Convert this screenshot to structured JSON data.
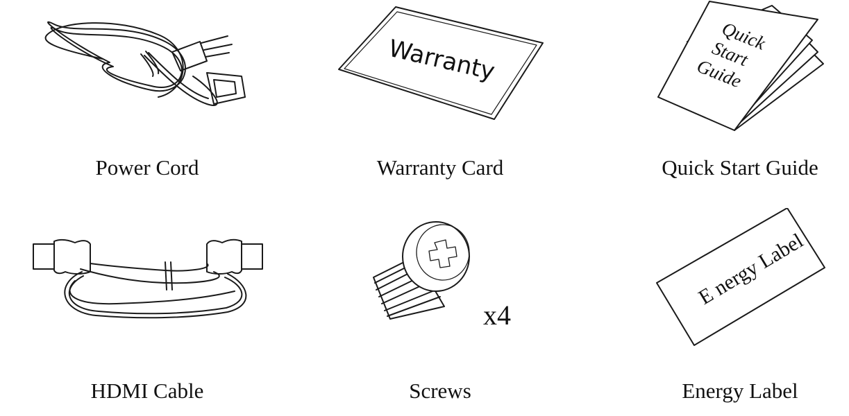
{
  "items": [
    {
      "caption": "Power Cord"
    },
    {
      "caption": "Warranty Card",
      "card_text": "Warranty"
    },
    {
      "caption": "Quick Start Guide",
      "cover_line1": "Quick",
      "cover_line2": "Start",
      "cover_line3": "Guide"
    },
    {
      "caption": "HDMI Cable"
    },
    {
      "caption": "Screws",
      "quantity": "x4"
    },
    {
      "caption": "Energy Label",
      "label_text": "E nergy Label"
    }
  ]
}
